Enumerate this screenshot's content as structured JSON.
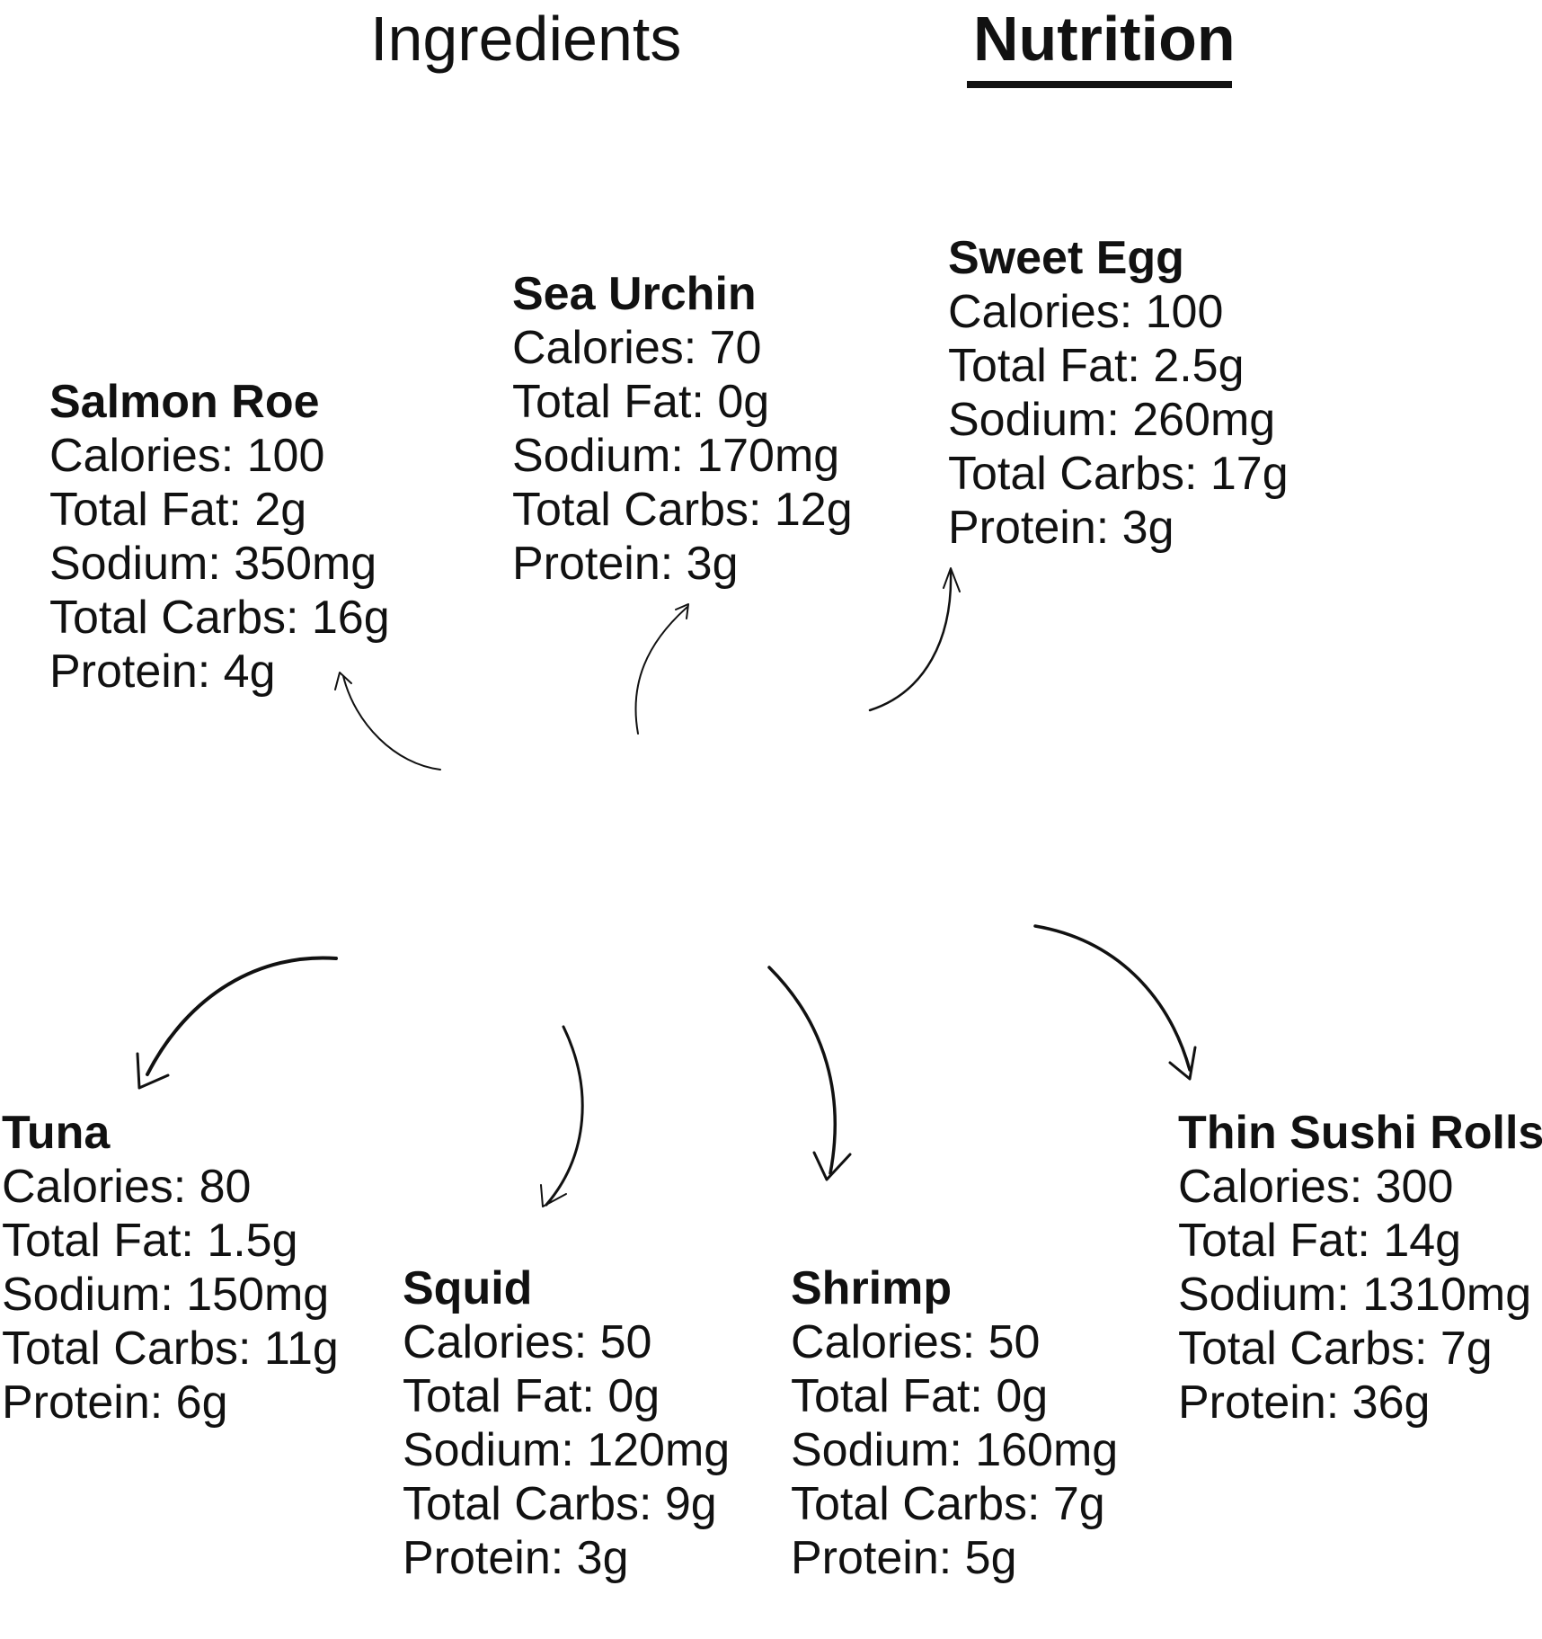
{
  "tabs": [
    {
      "label": "Ingredients",
      "selected": false
    },
    {
      "label": "Nutrition",
      "selected": true
    }
  ],
  "items": [
    {
      "name": "Salmon Roe",
      "calories": "Calories: 100",
      "fat": "Total Fat: 2g",
      "sodium": "Sodium: 350mg",
      "carbs": "Total Carbs: 16g",
      "protein": "Protein: 4g"
    },
    {
      "name": "Sea Urchin",
      "calories": "Calories: 70",
      "fat": "Total Fat: 0g",
      "sodium": "Sodium: 170mg",
      "carbs": "Total Carbs: 12g",
      "protein": "Protein: 3g"
    },
    {
      "name": "Sweet Egg",
      "calories": "Calories: 100",
      "fat": "Total Fat: 2.5g",
      "sodium": "Sodium: 260mg",
      "carbs": "Total Carbs: 17g",
      "protein": "Protein: 3g"
    },
    {
      "name": "Tuna",
      "calories": "Calories: 80",
      "fat": "Total Fat: 1.5g",
      "sodium": "Sodium: 150mg",
      "carbs": "Total Carbs: 11g",
      "protein": "Protein: 6g"
    },
    {
      "name": "Squid",
      "calories": "Calories: 50",
      "fat": "Total Fat: 0g",
      "sodium": "Sodium: 120mg",
      "carbs": "Total Carbs: 9g",
      "protein": "Protein: 3g"
    },
    {
      "name": "Shrimp",
      "calories": "Calories: 50",
      "fat": "Total Fat: 0g",
      "sodium": "Sodium: 160mg",
      "carbs": "Total Carbs: 7g",
      "protein": "Protein: 5g"
    },
    {
      "name": "Thin Sushi Rolls",
      "calories": "Calories: 300",
      "fat": "Total Fat: 14g",
      "sodium": "Sodium: 1310mg",
      "carbs": "Total Carbs: 7g",
      "protein": "Protein: 36g"
    }
  ],
  "icons": {
    "arrow": "curved-arrow-icon"
  },
  "colors": {
    "text": "#111111",
    "background": "#ffffff"
  }
}
